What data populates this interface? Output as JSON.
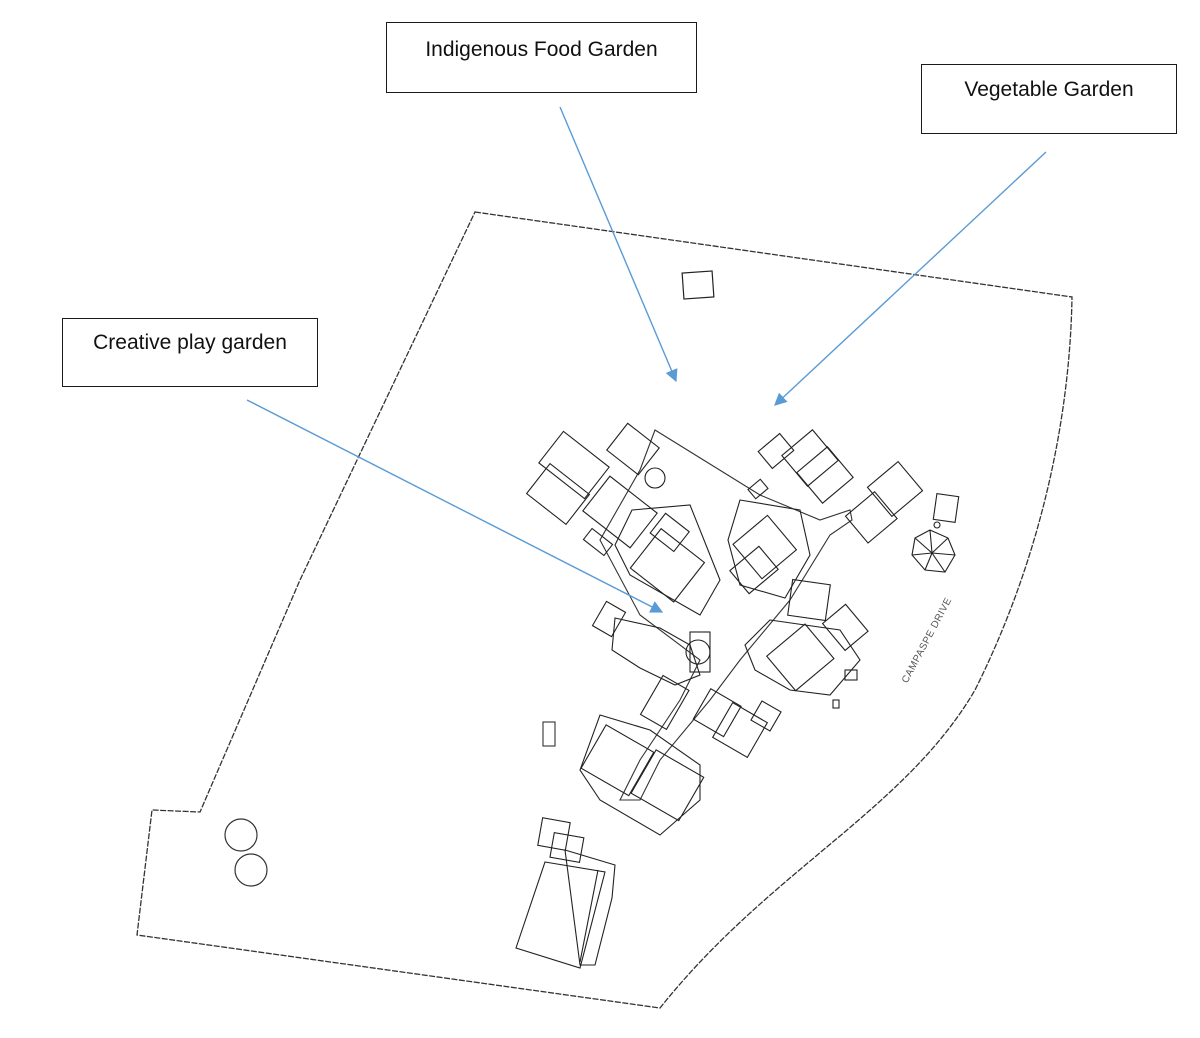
{
  "callouts": {
    "indigenous": "Indigenous Food Garden",
    "vegetable": "Vegetable Garden",
    "creative": "Creative play garden"
  },
  "road_label": "CAMPASPE DRIVE",
  "colors": {
    "arrow": "#5b9bd5",
    "outline": "#333333",
    "building": "#222222"
  }
}
